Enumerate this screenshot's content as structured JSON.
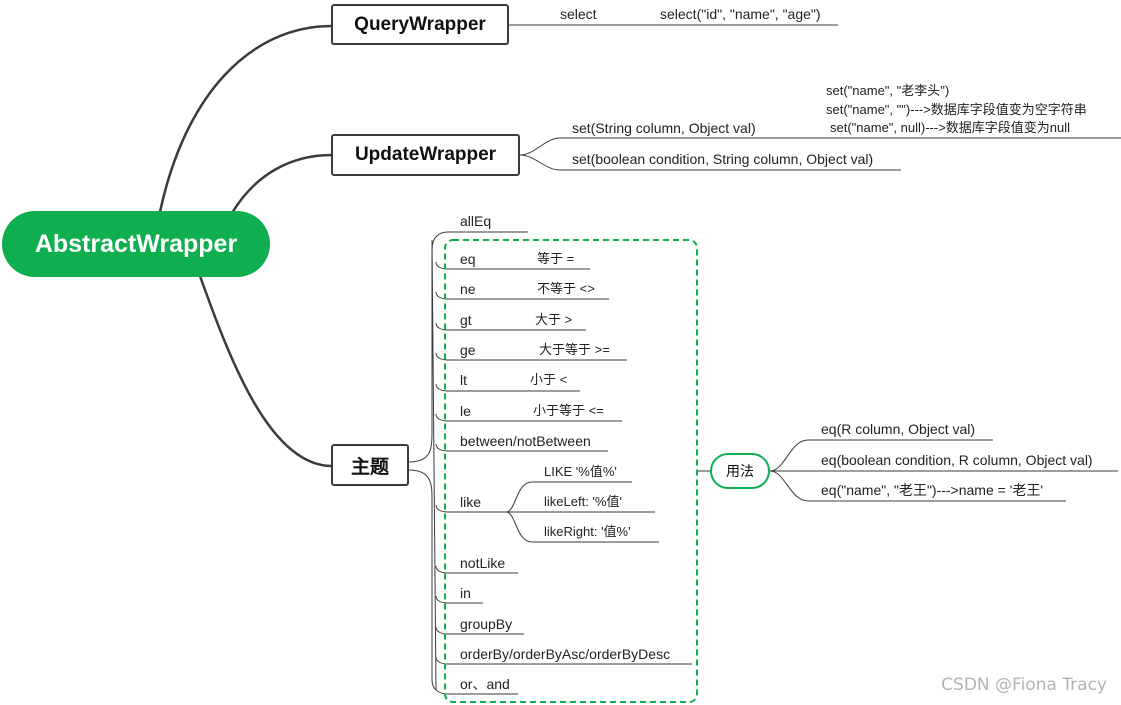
{
  "root": {
    "label": "AbstractWrapper"
  },
  "query_wrapper": {
    "label": "QueryWrapper",
    "method": "select",
    "example": "select(\"id\", \"name\", \"age\")"
  },
  "update_wrapper": {
    "label": "UpdateWrapper",
    "methods": [
      "set(String column, Object val)",
      "set(boolean condition, String column, Object val)"
    ],
    "set_examples": [
      "set(\"name\", \"老李头\")",
      "set(\"name\", \"\")--->数据库字段值变为空字符串",
      "set(\"name\", null)--->数据库字段值变为null"
    ]
  },
  "topic": {
    "label": "主题",
    "items": [
      {
        "name": "allEq",
        "desc": ""
      },
      {
        "name": "eq",
        "desc": "等于 ="
      },
      {
        "name": "ne",
        "desc": "不等于 <>"
      },
      {
        "name": "gt",
        "desc": "大于 >"
      },
      {
        "name": "ge",
        "desc": "大于等于 >="
      },
      {
        "name": "lt",
        "desc": "小于 <"
      },
      {
        "name": "le",
        "desc": "小于等于 <="
      },
      {
        "name": "between/notBetween",
        "desc": ""
      },
      {
        "name": "like",
        "desc": ""
      },
      {
        "name": "notLike",
        "desc": ""
      },
      {
        "name": "in",
        "desc": ""
      },
      {
        "name": "groupBy",
        "desc": ""
      },
      {
        "name": "orderBy/orderByAsc/orderByDesc",
        "desc": ""
      },
      {
        "name": "or、and",
        "desc": ""
      }
    ],
    "like_children": [
      "LIKE '%值%'",
      "likeLeft: '%值'",
      "likeRight: '值%'"
    ]
  },
  "usage": {
    "label": "用法",
    "examples": [
      "eq(R column, Object val)",
      "eq(boolean condition, R column, Object val)",
      "eq(\"name\", \"老王\")--->name = '老王'"
    ]
  },
  "colors": {
    "root": "#0fae4f",
    "line": "#3b3b3b",
    "dashed_box": "#0fae4f"
  },
  "watermark": "CSDN @Fiona Tracy"
}
